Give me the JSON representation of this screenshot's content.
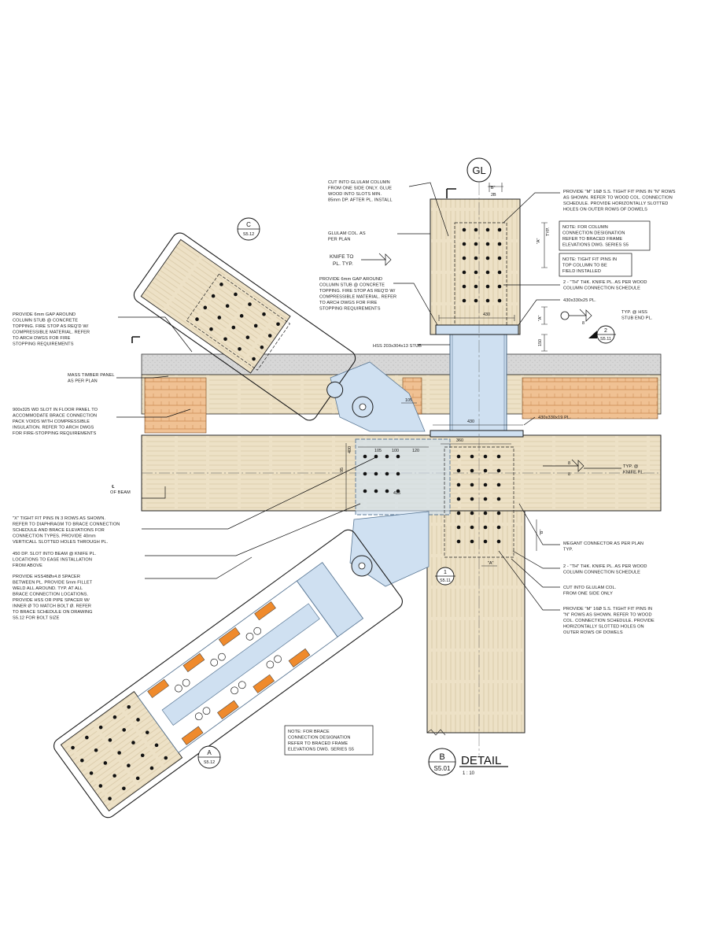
{
  "colors": {
    "glulam": "#ede1c6",
    "grain": "#cdbb97",
    "steel": "#cfe0f1",
    "steel_edge": "#5b7895",
    "insulation": "#f0c193",
    "insulation_hatch": "#c9874c",
    "concrete": "#d7d7d7",
    "spacer": "#ef8a2c",
    "line": "#1a1a1a"
  },
  "title": {
    "letter": "B",
    "sheet": "S5.01",
    "label": "DETAIL",
    "scale": "1 : 10"
  },
  "grid": {
    "label": "GL"
  },
  "section_tags": [
    {
      "id": "C",
      "sheet": "S5.12"
    },
    {
      "id": "A",
      "sheet": "S5.12"
    },
    {
      "id": "2",
      "sheet": "S5.11"
    },
    {
      "id": "1",
      "sheet": "S5.11"
    }
  ],
  "dims": {
    "col_b_top": "\"B\"",
    "col_b_mid": "2B",
    "col_a_top": "\"A\"",
    "typ": "TYP.",
    "top_plate_430": "430",
    "stub_150": "150",
    "stub_a": "\"A\"",
    "col_bottom_a": "\"A\"",
    "base_360": "360",
    "base_430": "430",
    "beam_100": "100",
    "beam_120": "120",
    "beam_415": "415",
    "beam_105": "105",
    "beam_95": "95",
    "beam_400": "400",
    "weld_8a": "8",
    "weld_8b": "8",
    "weld_8c": "8",
    "slot_105": "105",
    "bot_b": "\"B\""
  },
  "notes": {
    "cut_into_top": [
      "CUT INTO GLULAM COLUMN",
      "FROM ONE SIDE ONLY. GLUE",
      "WOOD INTO SLOTS MIN.",
      "85mm DP. AFTER PL. INSTALL"
    ],
    "glulam_col": [
      "GLULAM COL. AS",
      "PER PLAN"
    ],
    "knife_pl": [
      "KNIFE TO",
      "PL. TYP."
    ],
    "gap_column": [
      "PROVIDE 6mm GAP AROUND",
      "COLUMN STUB @ CONCRETE",
      "TOPPING. FIRE STOP AS REQ'D W/",
      "COMPRESSIBLE MATERIAL. REFER",
      "TO ARCH DWGS FOR FIRE",
      "STOPPING REQUIREMENTS"
    ],
    "hss_stub": "HSS 203x304x13 STUB",
    "pins_top": [
      "PROVIDE \"M\" 16Ø S.S. TIGHT FIT PINS IN \"N\" ROWS",
      "AS SHOWN. REFER TO WOOD COL. CONNECTION",
      "SCHEDULE. PROVIDE HORIZONTALLY SLOTTED",
      "HOLES ON OUTER ROWS OF DOWELS"
    ],
    "col_designation": [
      "NOTE:  FOR COLUMN",
      "CONNECTION DESIGNATION",
      "REFER TO BRACED FRAME",
      "ELEVATIONS DWG. SERIES S5"
    ],
    "tight_fit": [
      "NOTE: TIGHT FIT PINS IN",
      "TOP COLUMN TO BE",
      "FIELD INSTALLED"
    ],
    "knife_pl_top": [
      "2 - \"TH\" THK. KNIFE PL. AS PER WOOD",
      "COLUMN CONNECTION SCHEDULE"
    ],
    "top_plate": "430x330x25 PL.",
    "stub_end": [
      "TYP. @ HSS",
      "STUB END PL."
    ],
    "gap_brace": [
      "PROVIDE 6mm GAP AROUND",
      "COLUMN STUB @ CONCRETE",
      "TOPPING. FIRE STOP AS REQ'D W/",
      "COMPRESSIBLE MATERIAL. REFER",
      "TO ARCH DWGS FOR FIRE",
      "STOPPING REQUIREMENTS"
    ],
    "mass_timber": [
      "MASS TIMBER PANEL",
      "AS PER PLAN"
    ],
    "slot_floor": [
      "900x325 WD SLOT IN FLOOR PANEL TO",
      "ACCOMMODATE BRACE CONNECTION",
      "PACK VOIDS WITH COMPRESSIBLE",
      "INSULATION. REFER TO ARCH DWGS",
      "FOR FIRE-STOPPING REQUIREMENTS"
    ],
    "base_plate": "430x330x19 PL.",
    "beam_label": [
      "℄",
      "OF BEAM"
    ],
    "knife_typ": [
      "TYP. @",
      "KNIFE PL."
    ],
    "x_pins": [
      "\"X\" TIGHT FIT PINS IN 3 ROWS AS SHOWN.",
      "REFER TO DIAPHRAGM TO BRACE CONNECTION",
      "SCHEDULE AND BRACE ELEVATIONS FOR",
      "CONNECTION TYPES. PROVIDE 40mm",
      "VERTICALL SLOTTED HOLES THROUGH PL."
    ],
    "slot_beam": [
      "450 DP. SLOT INTO BEAM @ KNIFE PL.",
      "LOCATIONS TO EASE INSTALLATION",
      "FROM ABOVE"
    ],
    "spacer": [
      "PROVIDE HSS48Øx4.8 SPACER",
      "BETWEEN PL. PROVIDE 5mm FILLET",
      "WELD ALL AROUND. TYP. AT ALL",
      "BRACE CONNECTION LOCATIONS.",
      "PROVIDE HSS OR PIPE SPACER W/",
      "INNER Ø TO MATCH BOLT Ø.  REFER",
      "TO BRACE SCHEDULE ON DRAWING",
      "S5.12 FOR BOLT SIZE"
    ],
    "megant": [
      "MEGANT CONNECTOR AS PER PLAN",
      "TYP."
    ],
    "knife_pl_bot": [
      "2 - \"TH\" THK. KNIFE PL. AS PER WOOD",
      "COLUMN CONNECTION SCHEDULE"
    ],
    "cut_into_bot": [
      "CUT INTO GLULAM COL.",
      "FROM ONE SIDE ONLY"
    ],
    "pins_bot": [
      "PROVIDE \"M\" 16Ø S.S. TIGHT FIT PINS IN",
      "\"N\" ROWS AS SHOWN. REFER TO WOOD",
      "COL. CONNECTION SCHEDULE. PROVIDE",
      "HORIZONTALLY SLOTTED HOLES ON",
      "OUTER ROWS OF DOWELS"
    ],
    "brace_designation": [
      "NOTE: FOR BRACE",
      "CONNECTION DESIGNATION",
      "REFER TO BRACED FRAME",
      "ELEVATIONS DWG. SERIES S5"
    ]
  }
}
